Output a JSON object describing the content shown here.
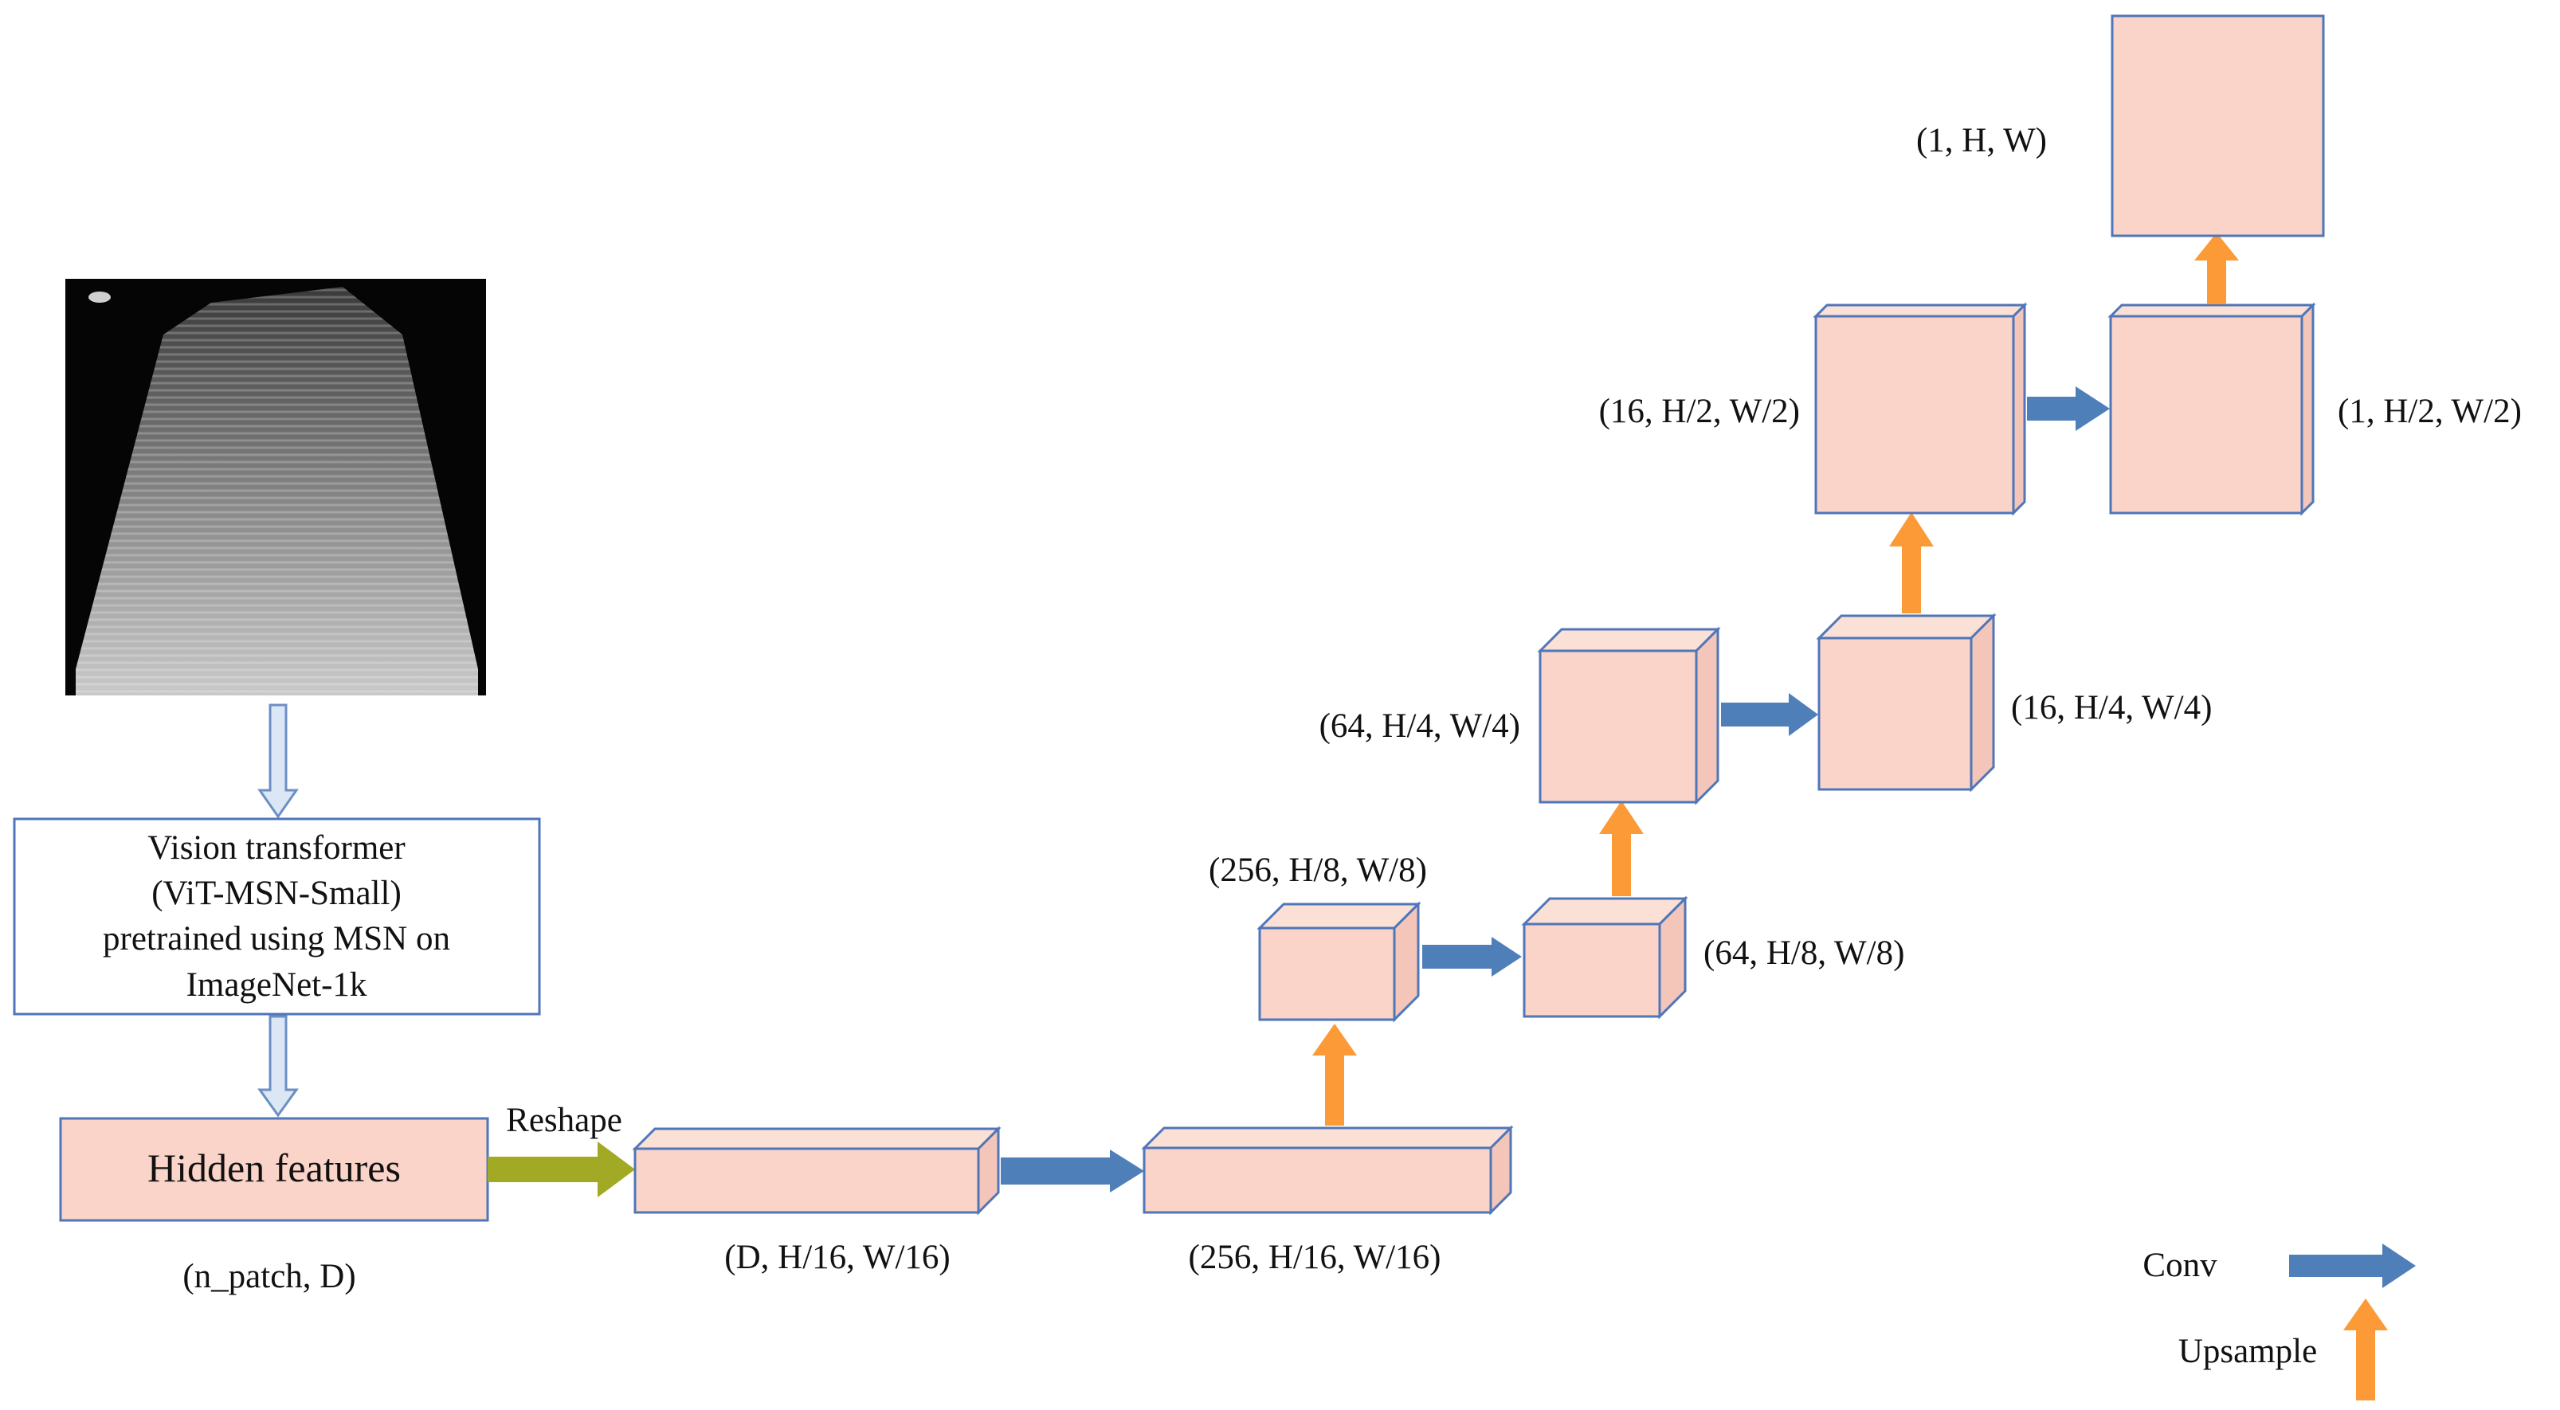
{
  "input_image": {
    "description_icon": "lung-ultrasound-image"
  },
  "encoder": {
    "lines": [
      "Vision transformer",
      "(ViT-MSN-Small)",
      "pretrained using MSN on",
      "ImageNet-1k"
    ]
  },
  "hidden": {
    "label": "Hidden features",
    "shape": "(n_patch, D)"
  },
  "reshape_label": "Reshape",
  "blocks": {
    "b1": "(D, H/16, W/16)",
    "b2": "(256, H/16, W/16)",
    "b3": "(256, H/8, W/8)",
    "b4": "(64, H/8, W/8)",
    "b5": "(64, H/4, W/4)",
    "b6": "(16, H/4, W/4)",
    "b7": "(16, H/2, W/2)",
    "b8": "(1, H/2, W/2)",
    "b9": "(1, H, W)"
  },
  "legend": {
    "conv": "Conv",
    "upsample": "Upsample"
  },
  "colors": {
    "block_fill": "#fad4c8",
    "block_side": "#f3c6b9",
    "block_stroke": "#4f76b8",
    "conv_arrow": "#4f7fb9",
    "upsample_arrow": "#fb9a37",
    "reshape_arrow": "#a2a924",
    "flow_arrow_fill": "#dbe7f5",
    "flow_arrow_stroke": "#6c8fc3"
  }
}
